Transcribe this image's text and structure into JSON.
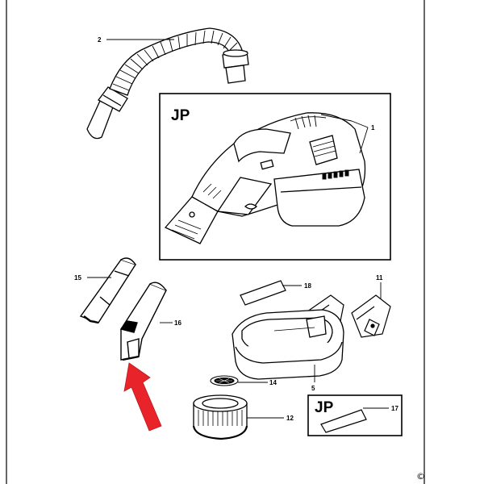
{
  "diagram": {
    "region_badges": {
      "main_box": "JP",
      "small_box": "JP"
    },
    "callouts": {
      "c1": "1",
      "c2": "2",
      "c5": "5",
      "c11": "11",
      "c12": "12",
      "c14": "14",
      "c15": "15",
      "c16": "16",
      "c17": "17",
      "c18": "18"
    },
    "copyright": "©",
    "colors": {
      "line": "#000000",
      "pointer_arrow": "#e8242a",
      "background": "#ffffff"
    }
  }
}
